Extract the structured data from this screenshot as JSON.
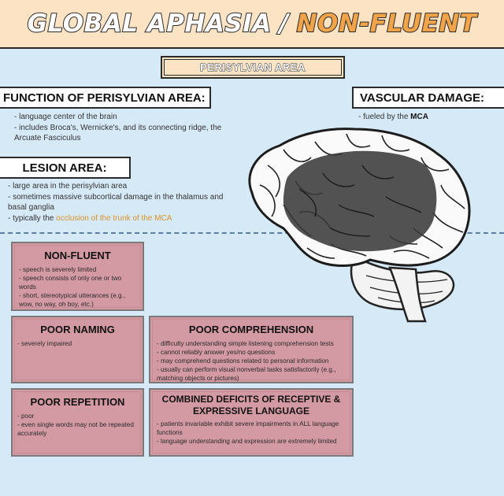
{
  "title": {
    "part1": "GLOBAL APHASIA",
    "separator": "/",
    "part2": "NON-FLUENT"
  },
  "area_tag": "PERISYLVIAN AREA",
  "function_section": {
    "heading": "FUNCTION OF PERISYLVIAN AREA:",
    "items": [
      "- language center of the brain",
      "- includes Broca's, Wernicke's, and its connecting ridge, the Arcuate Fasciculus"
    ]
  },
  "vascular_section": {
    "heading": "VASCULAR DAMAGE:",
    "item_prefix": "- fueled by the ",
    "item_bold": "MCA"
  },
  "lesion_section": {
    "heading": "LESION AREA:",
    "items": [
      "- large area in the perisylvian area",
      "- sometimes massive subcortical damage in the thalamus and basal ganglia"
    ],
    "last_prefix": "- typically the ",
    "last_highlight": "occlusion of the trunk of the MCA"
  },
  "cards": {
    "nonfluent": {
      "title": "NON-FLUENT",
      "items": [
        "- speech is severely limited",
        "- speech consists of only one or two words",
        "- short, stereotypical utterances (e.g., wow, no way, oh boy, etc.)"
      ]
    },
    "naming": {
      "title": "POOR NAMING",
      "items": [
        "- severely impaired"
      ]
    },
    "comprehension": {
      "title": "POOR COMPREHENSION",
      "items": [
        "- difficulty understanding simple listening comprehension tests",
        "- cannot reliably answer yes/no questions",
        "- may comprehend questions related to personal information",
        "- usually can perform visual nonverbal tasks satisfactorily (e.g., matching objects or pictures)"
      ]
    },
    "repetition": {
      "title": "POOR REPETITION",
      "items": [
        "- poor",
        "- even single words may not be repeated accurately"
      ]
    },
    "combined": {
      "title": "COMBINED DEFICITS OF RECEPTIVE & EXPRESSIVE LANGUAGE",
      "items": [
        "- patients invariable exhibit severe impairments in ALL language functions",
        "- language understanding and expression are extremely limited"
      ]
    }
  },
  "colors": {
    "background": "#d6e9f7",
    "banner": "#fbe3c4",
    "card": "#d49aa4",
    "accent_orange": "#f2a44a",
    "lesion_shade": "#3a3a3a"
  }
}
